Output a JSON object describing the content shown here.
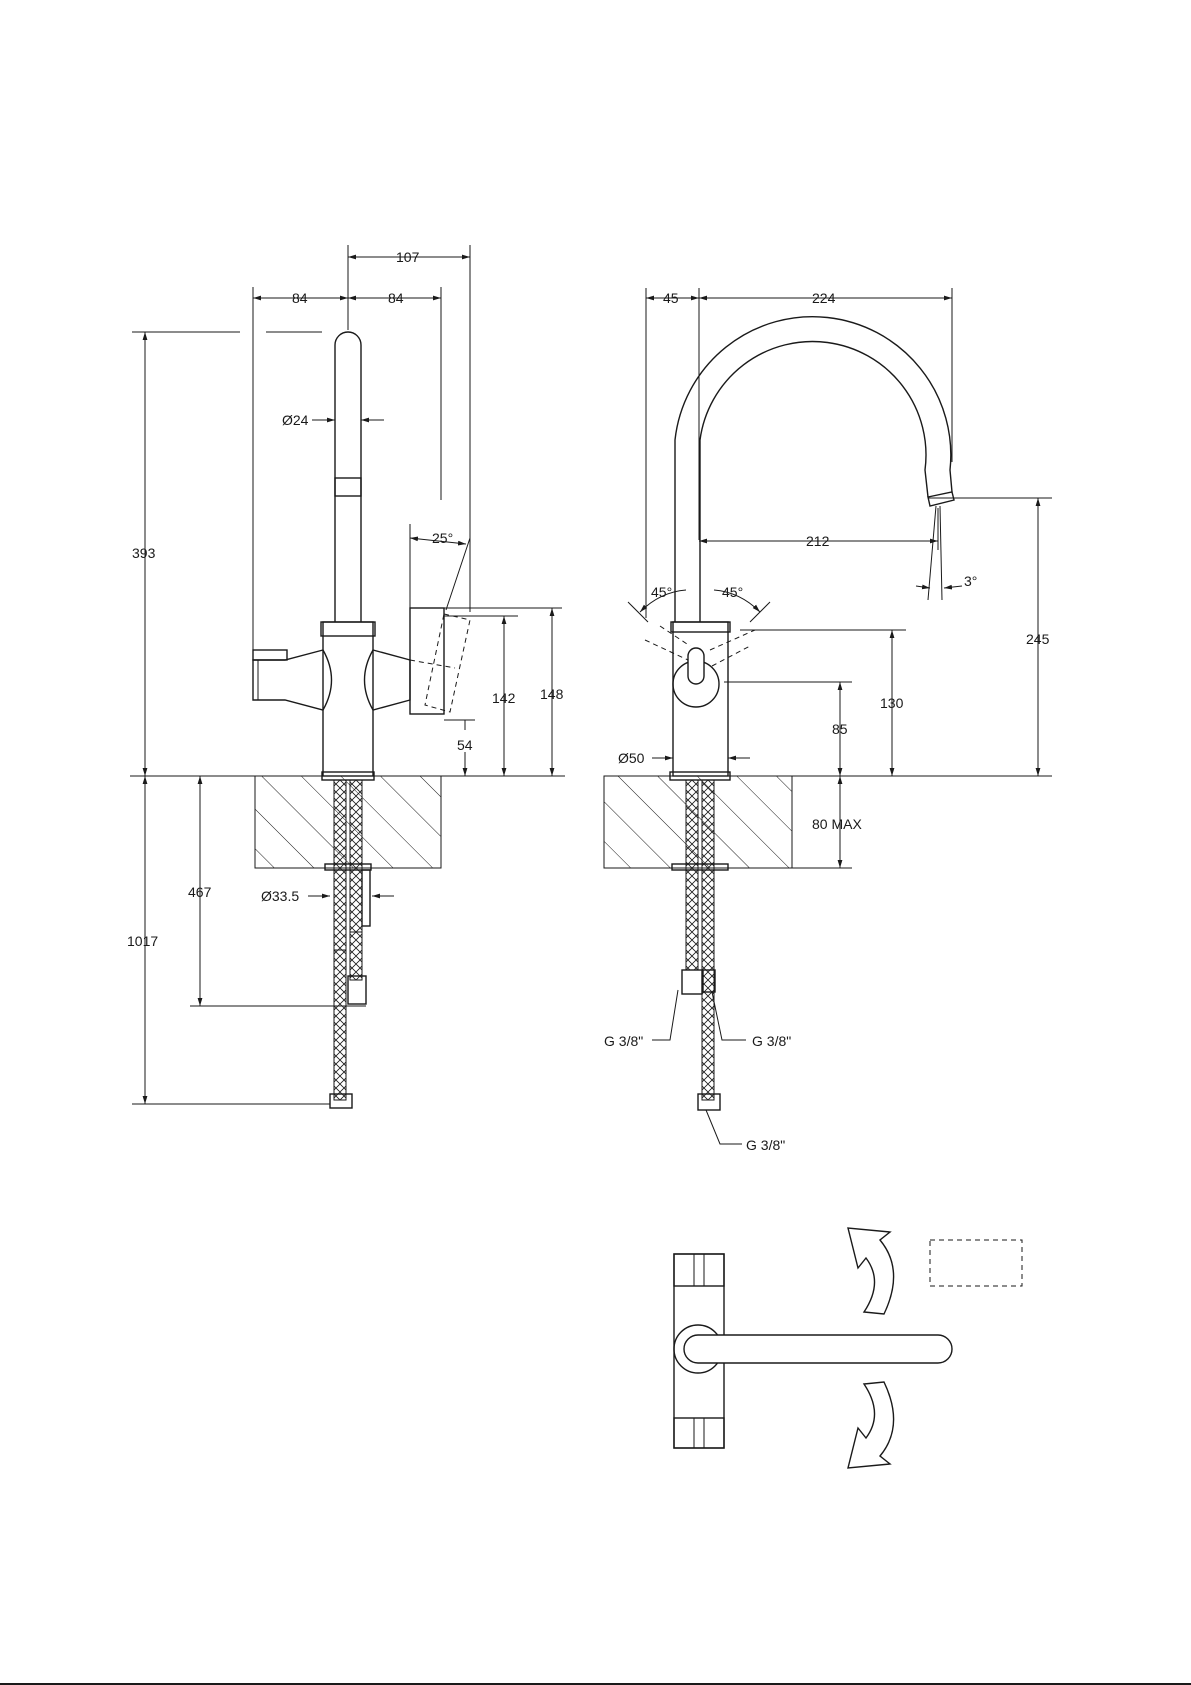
{
  "colors": {
    "ink": "#1a1a1a",
    "paper": "#ffffff"
  },
  "side_view": {
    "dims": {
      "top_107": "107",
      "left_84": "84",
      "right_84": "84",
      "spout_dia": "Ø24",
      "handle_angle": "25°",
      "height_393": "393",
      "height_142": "142",
      "height_148": "148",
      "height_54": "54",
      "below_467": "467",
      "below_1017": "1017",
      "shank_dia": "Ø33.5"
    }
  },
  "front_view": {
    "dims": {
      "top_45": "45",
      "top_224": "224",
      "reach_212": "212",
      "angle_left": "45°",
      "angle_right": "45°",
      "tilt_3": "3°",
      "height_245": "245",
      "height_130": "130",
      "height_85": "85",
      "body_dia": "Ø50",
      "deck_80max": "80 MAX",
      "thread_left": "G 3/8\"",
      "thread_right": "G 3/8\"",
      "thread_bottom": "G 3/8\""
    }
  },
  "top_view": {
    "note_box": ""
  }
}
